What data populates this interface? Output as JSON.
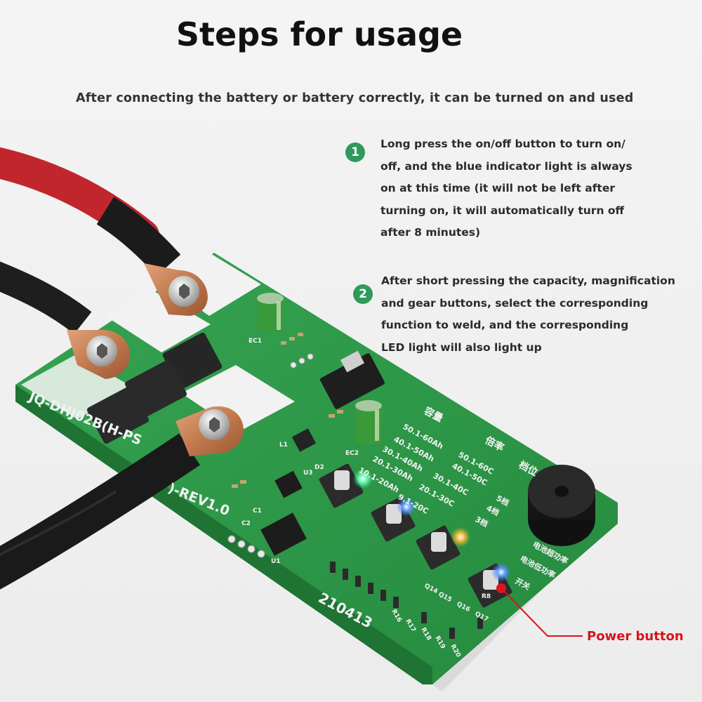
{
  "header": {
    "title": "Steps for usage",
    "subtitle": "After connecting the battery or battery correctly, it can be turned on and used"
  },
  "steps": [
    {
      "number": "1",
      "text": "Long press the on/off button to turn on/\noff, and the blue indicator light is always\non at this time (it will not be left after\nturning on, it will automatically turn off\nafter 8 minutes)"
    },
    {
      "number": "2",
      "text": "After short pressing the capacity, magnification\nand gear buttons, select the corresponding\nfunction to weld, and the corresponding\nLED light will also light up"
    }
  ],
  "board": {
    "model_label": "JQ-DHJ02B(H-PS",
    "rev_label": ")-REV1.0",
    "date_code": "210413",
    "capacity_header": "容量",
    "rate_header": "倍率",
    "gear_header": "档位",
    "capacity_options": [
      "50.1-60Ah",
      "40.1-50Ah",
      "30.1-40Ah",
      "20.1-30Ah",
      "10.1-20Ah"
    ],
    "rate_options": [
      "50.1-60C",
      "40.1-50C",
      "30.1-40C",
      "20.1-30C",
      "9.1-20C"
    ],
    "gear_options": [
      "5档",
      "4档",
      "3档"
    ],
    "battery_label_1": "电池超功率",
    "battery_label_2": "电池低功率",
    "switch_label": "开关",
    "component_labels": [
      "EC1",
      "EC2",
      "C1",
      "C2",
      "D2",
      "L1",
      "U3",
      "U1",
      "R8",
      "Q14",
      "Q15",
      "Q16",
      "Q17",
      "R16",
      "R17",
      "R18",
      "R19",
      "R20"
    ]
  },
  "callout": {
    "label": "Power button",
    "color": "#d8141b"
  },
  "colors": {
    "pcb_green": "#2f9a4a",
    "step_badge": "#2e9a5c",
    "copper": "#c27a4e",
    "cable_red": "#c0262c"
  }
}
